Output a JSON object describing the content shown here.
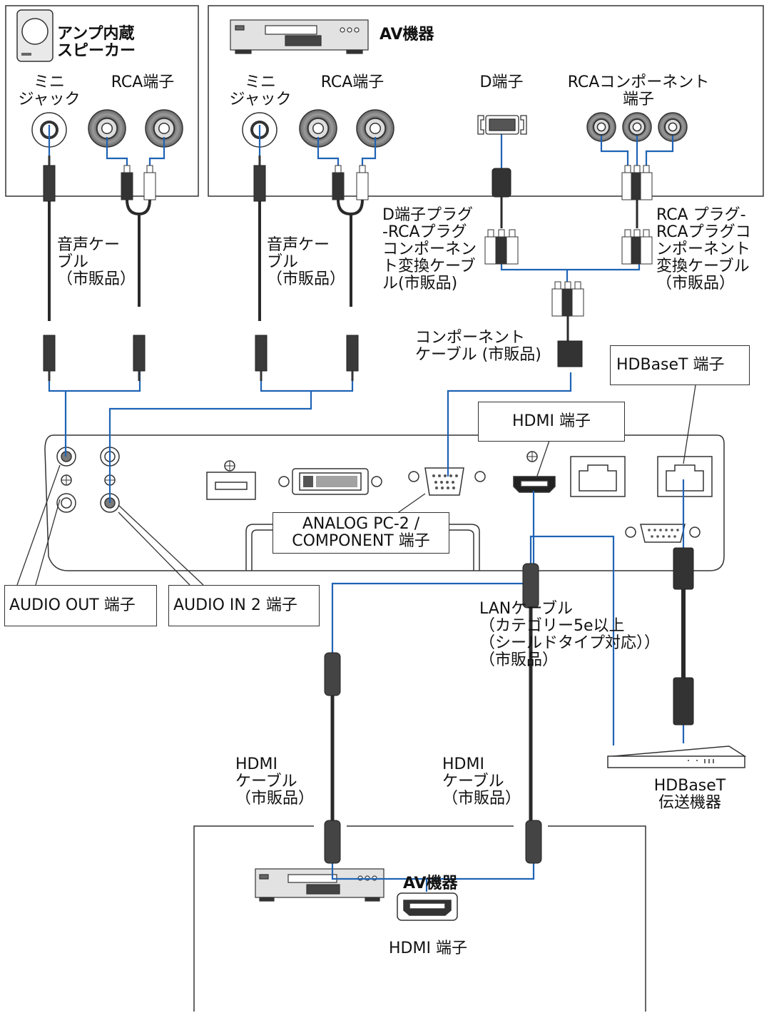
{
  "speaker": {
    "title": "アンプ内蔵\nスピーカー",
    "mini_jack": "ミニ\nジャック",
    "rca": "RCA端子",
    "cable": "音声ケー\nブル\n（市販品）"
  },
  "av_top": {
    "title": "AV機器",
    "mini_jack": "ミニ\nジャック",
    "rca": "RCA端子",
    "d_terminal": "D端子",
    "rca_component": "RCAコンポーネント\n端子",
    "audio_cable": "音声ケー\nブル\n（市販品）",
    "d_conv_cable": "D端子プラグ\n-RCAプラグ\nコンポーネン\nト変換ケーブ\nル(市販品)",
    "rca_conv_cable": "RCA プラグ-\nRCAプラグコ\nンポーネント\n変換ケーブル\n（市販品）",
    "component_cable": "コンポーネント\nケーブル (市販品)"
  },
  "projector": {
    "hdbaset_terminal": "HDBaseT 端子",
    "hdmi_terminal": "HDMI 端子",
    "analog_terminal": "ANALOG PC-2 /\nCOMPONENT 端子",
    "audio_out": "AUDIO OUT 端子",
    "audio_in2": "AUDIO IN 2 端子"
  },
  "lan_cable": "LANケーブル\n（カテゴリー5e以上\n（シールドタイプ対応））\n（市販品）",
  "hdmi_cable_1": "HDMI\nケーブル\n（市販品）",
  "hdmi_cable_2": "HDMI\nケーブル\n（市販品）",
  "hdbaset_device": "HDBaseT\n伝送機器",
  "av_bottom": {
    "hdmi_terminal": "HDMI 端子",
    "title": "AV機器"
  },
  "colors": {
    "wire": "#1f63b5",
    "line": "#333333",
    "port_fill": "#7a7a7a",
    "cable": "#2a2a2a"
  }
}
